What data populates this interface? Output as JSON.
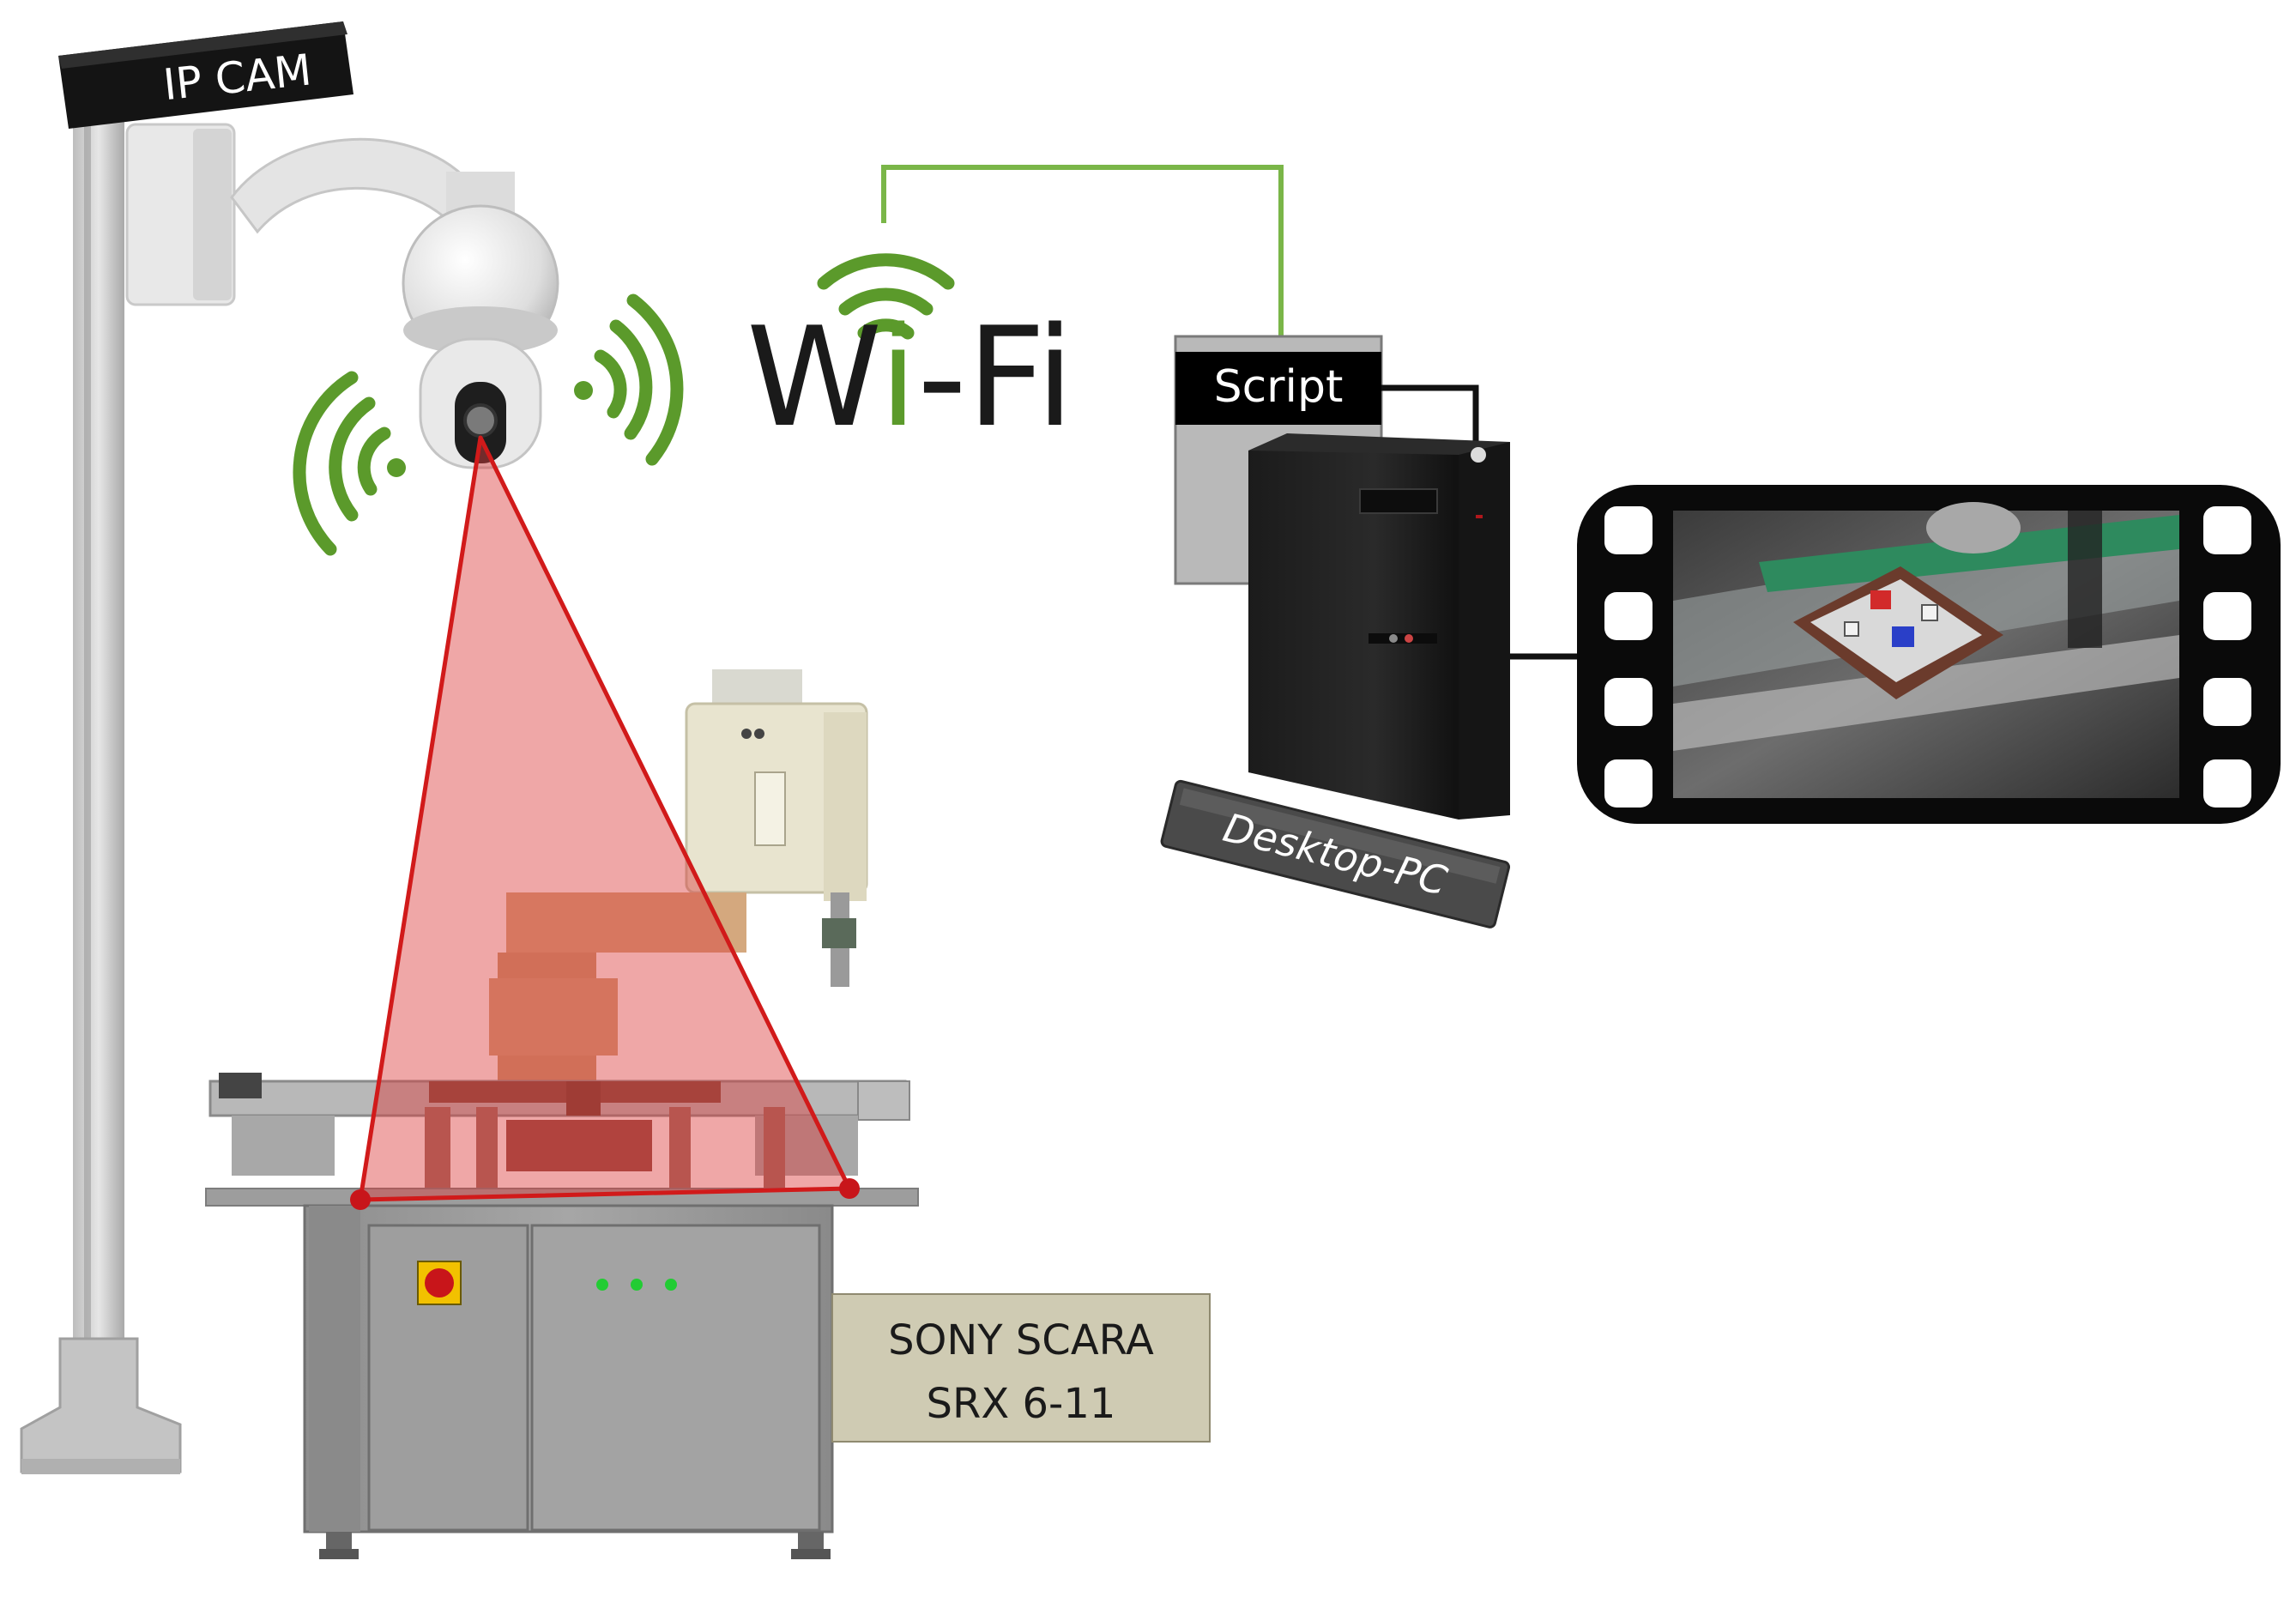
{
  "ip_cam_label": "IP CAM",
  "wifi": {
    "prefix": "W",
    "i_letter": "i",
    "suffix": "-Fi"
  },
  "script_label": "Script",
  "desktop_label": "Desktop-PC",
  "robot_label": {
    "line1": "SONY SCARA",
    "line2": "SRX 6-11"
  },
  "colors": {
    "wifi_green": "#5b9a2b",
    "connection_green": "#7ab648",
    "fov_red": "#d11a1a",
    "fov_fill": "rgba(220,60,60,0.45)",
    "label_box": "#cfcbb3"
  }
}
